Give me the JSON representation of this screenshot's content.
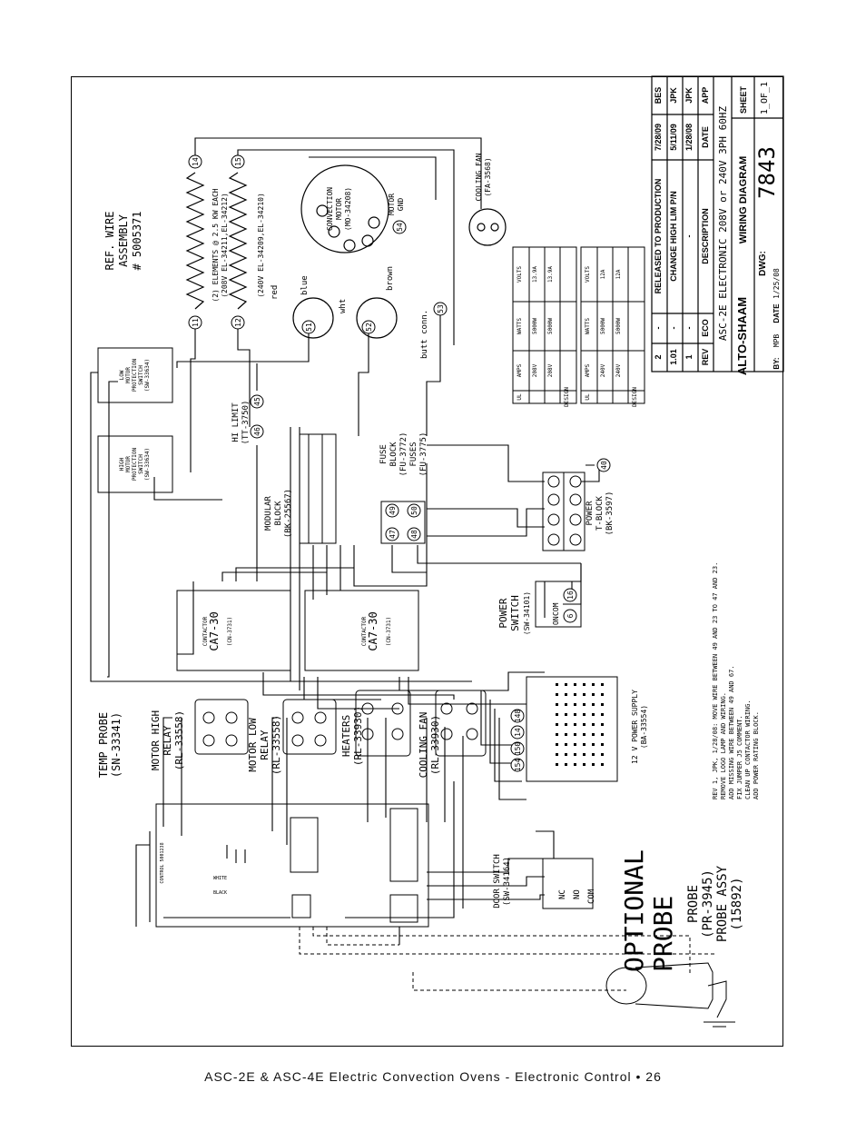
{
  "diagram": {
    "ref_wire": [
      "REF. WIRE",
      "ASSEMBLY",
      "# 5005371"
    ],
    "elements_label": [
      "(2) ELEMENTS @ 2.5 KW EACH",
      "(208V EL-34211,EL-34212)",
      "(240V EL-34209,EL-34210)"
    ],
    "convection_motor": [
      "CONVECTION",
      "MOTOR",
      "(MO-34208)"
    ],
    "motor_gnd": [
      "MOTOR",
      "GND"
    ],
    "cooling_fan": [
      "COOLING FAN",
      "(FA-3568)"
    ],
    "wire_colors": [
      "red",
      "blue",
      "wht",
      "brown",
      "butt conn."
    ],
    "low_mps": [
      "LOW",
      "MOTOR",
      "PROTECTION",
      "SWITCH",
      "(SW-33634)"
    ],
    "high_mps": [
      "HIGH",
      "MOTOR",
      "PROTECTION",
      "SWITCH",
      "(SW-33634)"
    ],
    "hi_limit": [
      "HI LIMIT",
      "(TT-3750)"
    ],
    "modular_block": [
      "MODULAR",
      "BLOCK",
      "(BK-25567)"
    ],
    "fuse_block": [
      "FUSE",
      "BLOCK",
      "(FU-3772)",
      "FUSES",
      "(FU-3775)"
    ],
    "power_tblock": [
      "POWER",
      "T-BLOCK",
      "(BK-3597)"
    ],
    "power_switch": [
      "POWER",
      "SWITCH",
      "(SW-34101)"
    ],
    "contactor_model": "CA7-30",
    "contactor_label": "CONTACTOR",
    "contactor_part": "(CN-3731)",
    "temp_probe": [
      "TEMP PROBE",
      "(SN-33341)"
    ],
    "motor_high_relay": [
      "MOTOR HIGH",
      "RELAY",
      "(RL-33558)"
    ],
    "motor_low_relay": [
      "MOTOR LOW",
      "RELAY",
      "(RL-33558)"
    ],
    "heaters": [
      "HEATERS",
      "(RL-33930)"
    ],
    "cooling_fan_relay": [
      "COOLING FAN",
      "(RL-33930)"
    ],
    "power_supply": [
      "12 V POWER SUPPLY",
      "(BA-33554)"
    ],
    "door_switch": [
      "DOOR SWITCH",
      "(SW-34164)"
    ],
    "door_terminals": [
      "NC",
      "NO",
      "COM"
    ],
    "optional": [
      "OPTIONAL",
      "PROBE"
    ],
    "probe": [
      "PROBE",
      "(PR-3945)",
      "PROBE ASSY",
      "(15892)"
    ],
    "control_label": "CONTROL 5001238",
    "wire_white": "WHITE",
    "wire_black": "BLACK",
    "power_switch_terms": [
      "COM",
      "ON"
    ],
    "revision_note": [
      "REV 1, JPK, 1/28/08: MOVE WIRE BETWEEN 49 AND 23 TO 47 AND 23.",
      "REMOVE LOGO LAMP AND WIRING.",
      "ADD MISSING WIRE BETWEEN 49 AND 67.",
      "FIX JUMPER J5 COMMENT.",
      "CLEAN UP CONTACTOR WIRING.",
      "ADD POWER RATING BLOCK."
    ],
    "ratings": {
      "headers": [
        "VOLTS",
        "WATTS",
        "AMPS"
      ],
      "table1": {
        "rows": [
          [
            "208V",
            "5000W",
            "13.9A"
          ],
          [
            "208V",
            "5000W",
            "13.9A"
          ]
        ],
        "tags": [
          "UL",
          "DESIGN"
        ]
      },
      "table2": {
        "rows": [
          [
            "240V",
            "5000W",
            "12A"
          ],
          [
            "240V",
            "5000W",
            "12A"
          ]
        ],
        "tags": [
          "UL",
          "DESIGN"
        ]
      }
    }
  },
  "title_block": {
    "rev_rows": [
      {
        "rev": "2",
        "eco": "-",
        "desc": "RELEASED TO PRODUCTION",
        "date": "7/28/09",
        "app": "BES"
      },
      {
        "rev": "1.01",
        "eco": "-",
        "desc": "CHANGE HIGH LIM P/N",
        "date": "5/11/09",
        "app": "JPK"
      },
      {
        "rev": "1",
        "eco": "-",
        "desc": "-",
        "date": "1/28/08",
        "app": "JPK"
      }
    ],
    "rev_headers": {
      "rev": "REV",
      "eco": "ECO",
      "desc": "DESCRIPTION",
      "date": "DATE",
      "app": "APP"
    },
    "title": "ASC-2E ELECTRONIC 208V or 240V 3PH 60HZ",
    "logo": "ALTO-SHAAM",
    "drawing_type": "WIRING DIAGRAM",
    "dwg_label": "DWG:",
    "dwg_number": "7843",
    "sheet_label": "SHEET",
    "sheet_value": "1_OF_1",
    "by_label": "BY:",
    "by_value": "MPB",
    "date_label": "DATE",
    "date_value": "1/25/08"
  },
  "footer": {
    "text": "ASC-2E & ASC-4E Electric Convection Ovens - Electronic Control • 26"
  }
}
